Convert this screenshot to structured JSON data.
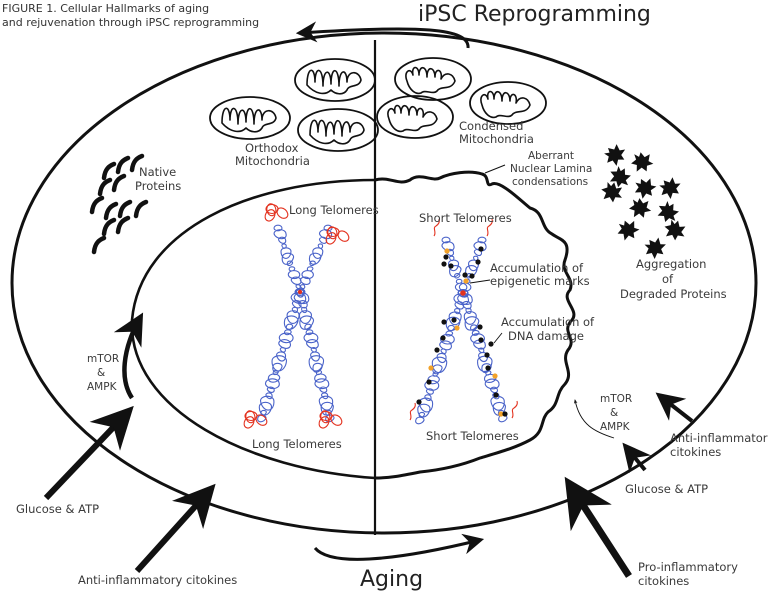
{
  "figure": {
    "caption_line1": "FIGURE 1. Cellular Hallmarks of aging",
    "caption_line2": "and rejuvenation through iPSC reprogramming",
    "top_process": "iPSC Reprogramming",
    "bottom_process": "Aging"
  },
  "young_cell": {
    "mitochondria_label_1": "Orthodox",
    "mitochondria_label_2": "Mitochondria",
    "proteins_label_1": "Native",
    "proteins_label_2": "Proteins",
    "telomere_top_label": "Long Telomeres",
    "telomere_bottom_label": "Long Telomeres",
    "signaling_1": "mTOR",
    "signaling_2": "&",
    "signaling_3": "AMPK",
    "input_glucose": "Glucose & ATP",
    "input_cytokines": "Anti-inflammatory citokines"
  },
  "aged_cell": {
    "mitochondria_label_1": "Condensed",
    "mitochondria_label_2": "Mitochondria",
    "lamina_label_1": "Aberrant",
    "lamina_label_2": "Nuclear Lamina",
    "lamina_label_3": "condensations",
    "telomere_top_label": "Short Telomeres",
    "telomere_bottom_label": "Short Telomeres",
    "epigenetic_label_1": "Accumulation of",
    "epigenetic_label_2": "epigenetic marks",
    "dna_damage_label_1": "Accumulation of",
    "dna_damage_label_2": "DNA damage",
    "aggregation_label_1": "Aggregation",
    "aggregation_label_2": "of",
    "aggregation_label_3": "Degraded Proteins",
    "signaling_1": "mTOR",
    "signaling_2": "&",
    "signaling_3": "AMPK",
    "input_cytokines_1": "Anti-inflammatory",
    "input_cytokines_2": "citokines",
    "input_glucose": "Glucose & ATP",
    "input_pro_1": "Pro-inflammatory",
    "input_pro_2": "citokines"
  },
  "colors": {
    "dna": "#4a63c9",
    "telomere": "#e3321f",
    "epigenetic_mark": "#f2a22a",
    "dna_damage": "#111111",
    "centromere": "#e3321f"
  }
}
